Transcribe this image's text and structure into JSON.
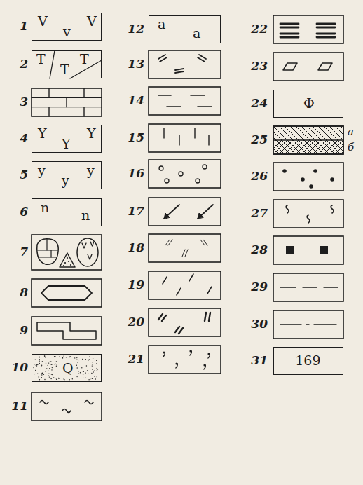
{
  "diagram": {
    "nodes": [
      {
        "text": [
          "V",
          "v",
          "V"
        ]
      },
      {
        "text": [
          "T",
          "T",
          "T"
        ]
      },
      {
        "text": [
          "Y",
          "Y",
          "Y"
        ]
      },
      {
        "text": [
          "y",
          "y",
          "y"
        ]
      },
      {
        "text": [
          "n",
          "n"
        ]
      },
      {
        "text": [
          "Q"
        ]
      },
      {
        "text": [
          "a",
          "a"
        ]
      },
      {
        "text": [
          "Ф"
        ]
      },
      {
        "text": [
          "169"
        ]
      }
    ],
    "labels": [
      "1",
      "2",
      "3",
      "4",
      "5",
      "6",
      "7",
      "8",
      "9",
      "10",
      "11",
      "12",
      "13",
      "14",
      "15",
      "16",
      "17",
      "18",
      "19",
      "20",
      "21",
      "22",
      "23",
      "24",
      "25",
      "a",
      "б",
      "26",
      "27",
      "28",
      "29",
      "30",
      "31"
    ]
  }
}
